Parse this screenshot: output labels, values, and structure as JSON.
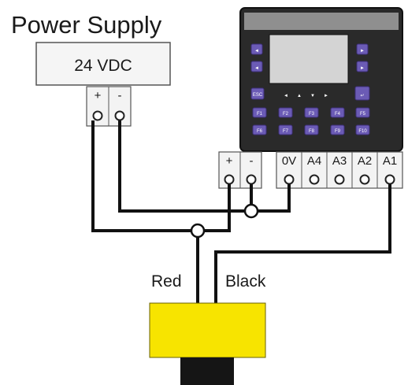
{
  "title": "Power Supply",
  "power_supply": {
    "label": "24 VDC",
    "terminals": [
      "+",
      "-"
    ]
  },
  "controller": {
    "power_terminals": [
      "+",
      "-"
    ],
    "io_terminals": [
      "0V",
      "A4",
      "A3",
      "A2",
      "A1"
    ],
    "nav_keys_left": [
      "◄",
      "◄"
    ],
    "nav_keys_right": [
      "►",
      "►"
    ],
    "mid_row": [
      "ESC",
      "◄",
      "▲",
      "▼",
      "►",
      "↵"
    ],
    "function_keys_row1": [
      "F1",
      "F2",
      "F3",
      "F4",
      "F5"
    ],
    "function_keys_row2": [
      "F6",
      "F7",
      "F8",
      "F9",
      "F10"
    ]
  },
  "wires": {
    "red_label": "Red",
    "black_label": "Black"
  },
  "colors": {
    "sensor_body": "#f7e400",
    "sensor_cable": "#151515",
    "controller_bezel": "#2a2a2a",
    "screen": "#d4d4d4",
    "keys": "#6b5bb5",
    "wire": "#111111"
  }
}
